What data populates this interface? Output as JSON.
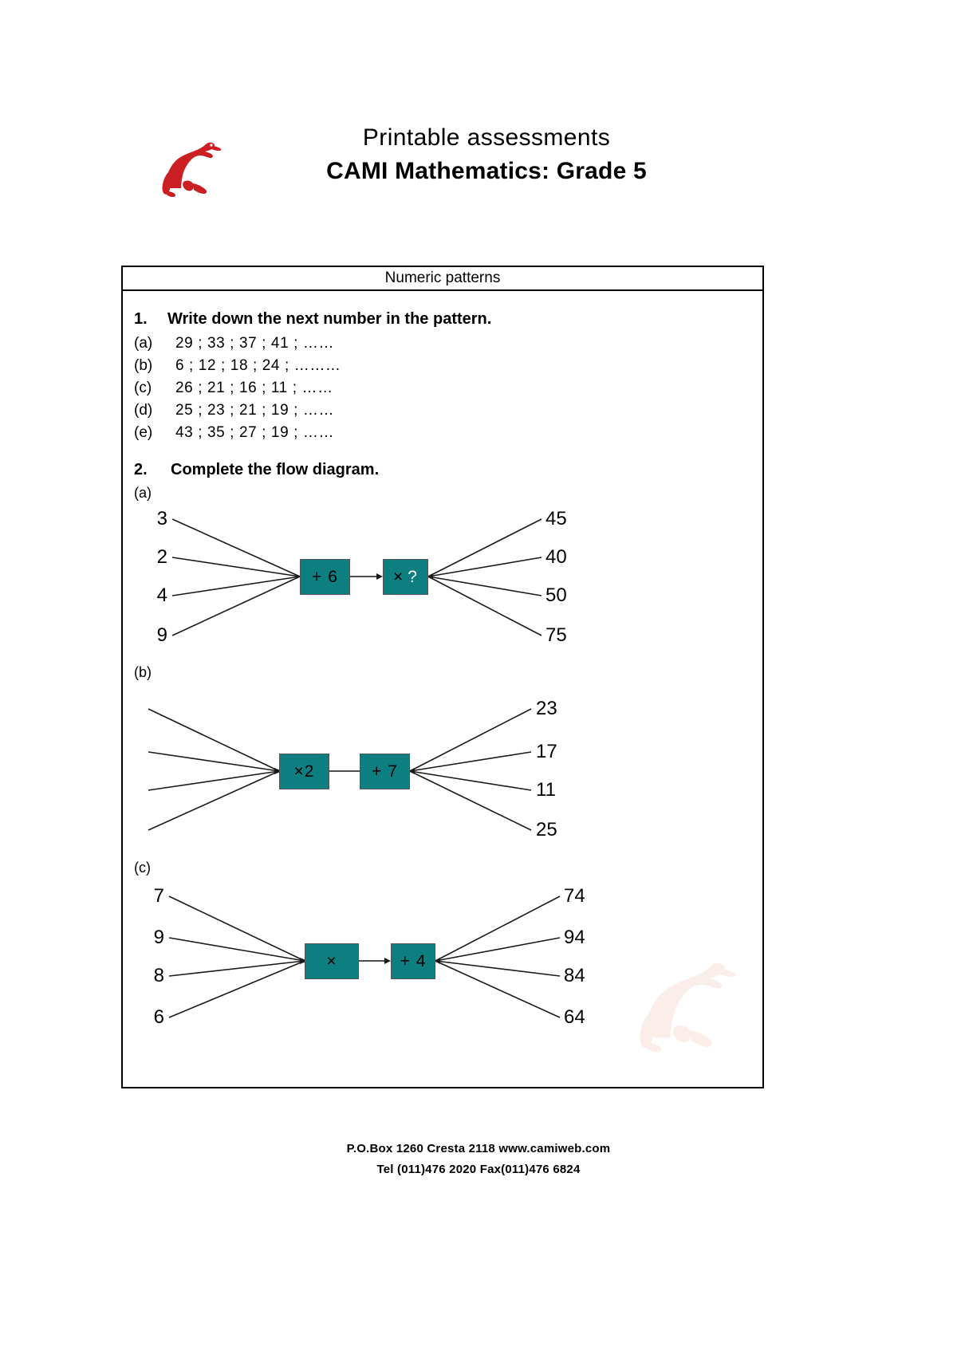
{
  "header": {
    "logo_icon": "red-dragon-logo-icon",
    "title_line1": "Printable assessments",
    "title_line2": "CAMI Mathematics: Grade 5"
  },
  "sheet": {
    "title": "Numeric patterns"
  },
  "question1": {
    "number": "1.",
    "instruction": "Write down the next number in the pattern.",
    "items": [
      {
        "label": "(a)",
        "sequence": "29 ; 33 ; 37 ; 41 ; ……"
      },
      {
        "label": "(b)",
        "sequence": "6 ; 12 ; 18 ; 24 ; ………"
      },
      {
        "label": "(c)",
        "sequence": "26 ; 21 ; 16 ; 11 ; ……"
      },
      {
        "label": "(d)",
        "sequence": "25 ; 23 ; 21 ; 19 ; ……"
      },
      {
        "label": "(e)",
        "sequence": "43 ; 35 ; 27 ; 19 ; ……"
      }
    ]
  },
  "question2": {
    "number": "2.",
    "instruction": "Complete the flow diagram.",
    "diagrams": [
      {
        "label": "(a)",
        "inputs": [
          "3",
          "2",
          "4",
          "9"
        ],
        "operations": [
          {
            "symbol": "+",
            "operand": "6",
            "unknown": false
          },
          {
            "symbol": "×",
            "operand": "?",
            "unknown": true
          }
        ],
        "outputs": [
          "45",
          "40",
          "50",
          "75"
        ]
      },
      {
        "label": "(b)",
        "inputs": [
          "",
          "",
          "",
          ""
        ],
        "operations": [
          {
            "symbol": "×",
            "operand": "2",
            "unknown": false
          },
          {
            "symbol": "+",
            "operand": "7",
            "unknown": false
          }
        ],
        "outputs": [
          "23",
          "17",
          "11",
          "25"
        ]
      },
      {
        "label": "(c)",
        "inputs": [
          "7",
          "9",
          "8",
          "6"
        ],
        "operations": [
          {
            "symbol": "×",
            "operand": "",
            "unknown": false
          },
          {
            "symbol": "+",
            "operand": "4",
            "unknown": false
          }
        ],
        "outputs": [
          "74",
          "94",
          "84",
          "64"
        ]
      }
    ]
  },
  "footer": {
    "line1": "P.O.Box 1260 Cresta 2118  www.camiweb.com",
    "line2": "Tel (011)476 2020  Fax(011)476 6824"
  },
  "colors": {
    "op_box_fill": "#0d7f80",
    "logo_red": "#cc1f24",
    "watermark_pink": "#f7d6cc",
    "text": "#000000"
  }
}
